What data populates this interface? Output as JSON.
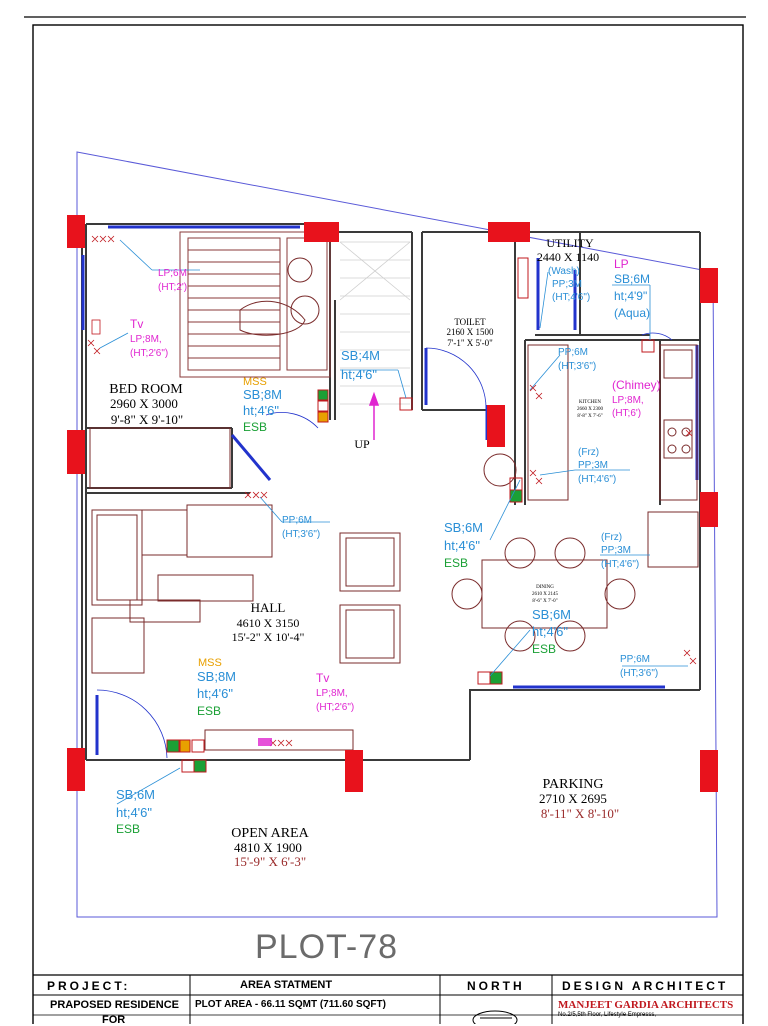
{
  "plot_title": "PLOT-78",
  "rooms": {
    "bed_room": {
      "name": "BED ROOM",
      "mm": "2960 X 3000",
      "ft": "9'-8\" X 9'-10\""
    },
    "utility": {
      "name": "UTILITY",
      "mm": "2440 X 1140"
    },
    "toilet": {
      "name": "TOILET",
      "mm": "2160 X 1500",
      "ft": "7'-1\" X 5'-0\""
    },
    "kitchen": {
      "name": "KITCHEN",
      "mm": "2660 X 2300",
      "ft": "8'-8\" X 7'-6\""
    },
    "dining": {
      "name": "DINING",
      "mm": "2610 X 2145",
      "ft": "8'-6\" X 7'-0\""
    },
    "hall": {
      "name": "HALL",
      "mm": "4610 X 3150",
      "ft": "15'-2\" X 10'-4\""
    },
    "parking": {
      "name": "PARKING",
      "mm": "2710 X 2695",
      "ft": "8'-11\" X 8'-10\""
    },
    "open_area": {
      "name": "OPEN AREA",
      "mm": "4810 X 1900",
      "ft": "15'-9\" X 6'-3\""
    }
  },
  "stair_label": "UP",
  "electrical": {
    "bed_lp": [
      "LP;6M",
      "(HT;2')"
    ],
    "bed_tv": [
      "Tv",
      "LP;8M,",
      "(HT;2'6\")"
    ],
    "bed_mss": [
      "MSS",
      "SB;8M",
      "ht;4'6\"",
      "ESB"
    ],
    "stair_sb": [
      "SB;4M",
      "ht;4'6\""
    ],
    "util_wash": [
      "(Wash)",
      "PP;3M",
      "(HT;4'6\")"
    ],
    "util_lp": [
      "LP",
      "SB;6M",
      "ht;4'9\"",
      "(Aqua)"
    ],
    "kit_pp": [
      "PP;6M",
      "(HT;3'6\")"
    ],
    "kit_chimney": [
      "(Chimey)",
      "LP;8M,",
      "(HT;6')"
    ],
    "frz1": [
      "(Frz)",
      "PP;3M",
      "(HT;4'6\")"
    ],
    "dining_sb": [
      "SB;6M",
      "ht;4'6\"",
      "ESB"
    ],
    "frz2": [
      "(Frz)",
      "PP;3M",
      "(HT;4'6\")"
    ],
    "dining_sb2": [
      "SB;6M",
      "ht;4'6\"",
      "ESB"
    ],
    "hall_pp": [
      "PP;6M",
      "(HT;3'6\")"
    ],
    "right_pp": [
      "PP;6M",
      "(HT;3'6\")"
    ],
    "hall_mss": [
      "MSS",
      "SB;8M",
      "ht;4'6\"",
      "ESB"
    ],
    "hall_tv": [
      "Tv",
      "LP;8M,",
      "(HT;2'6\")"
    ],
    "entry_sb": [
      "SB;6M",
      "ht;4'6\"",
      "ESB"
    ]
  },
  "title_block": {
    "project_label": "PROJECT:",
    "project_value": "PRAPOSED RESIDENCE",
    "project_value2": "FOR",
    "area_label": "AREA STATMENT",
    "plot_area": "PLOT AREA -   66.11 SQMT  (711.60 SQFT)",
    "north_label": "NORTH",
    "architect_label": "DESIGN ARCHITECT",
    "architect_name": "MANJEET GARDIA ARCHITECTS",
    "architect_addr": "No.2/5,5th Floor, Lifestyle Empresss,"
  },
  "colors": {
    "wall": "#3a3a3a",
    "furniture": "#7a2b2b",
    "column": "#e8121c",
    "blue": "#2233cc",
    "cyan": "#2a8fd6",
    "magenta": "#e025d0",
    "orange": "#e8a000",
    "green": "#1aa035",
    "dimred": "#9a2b2b"
  }
}
